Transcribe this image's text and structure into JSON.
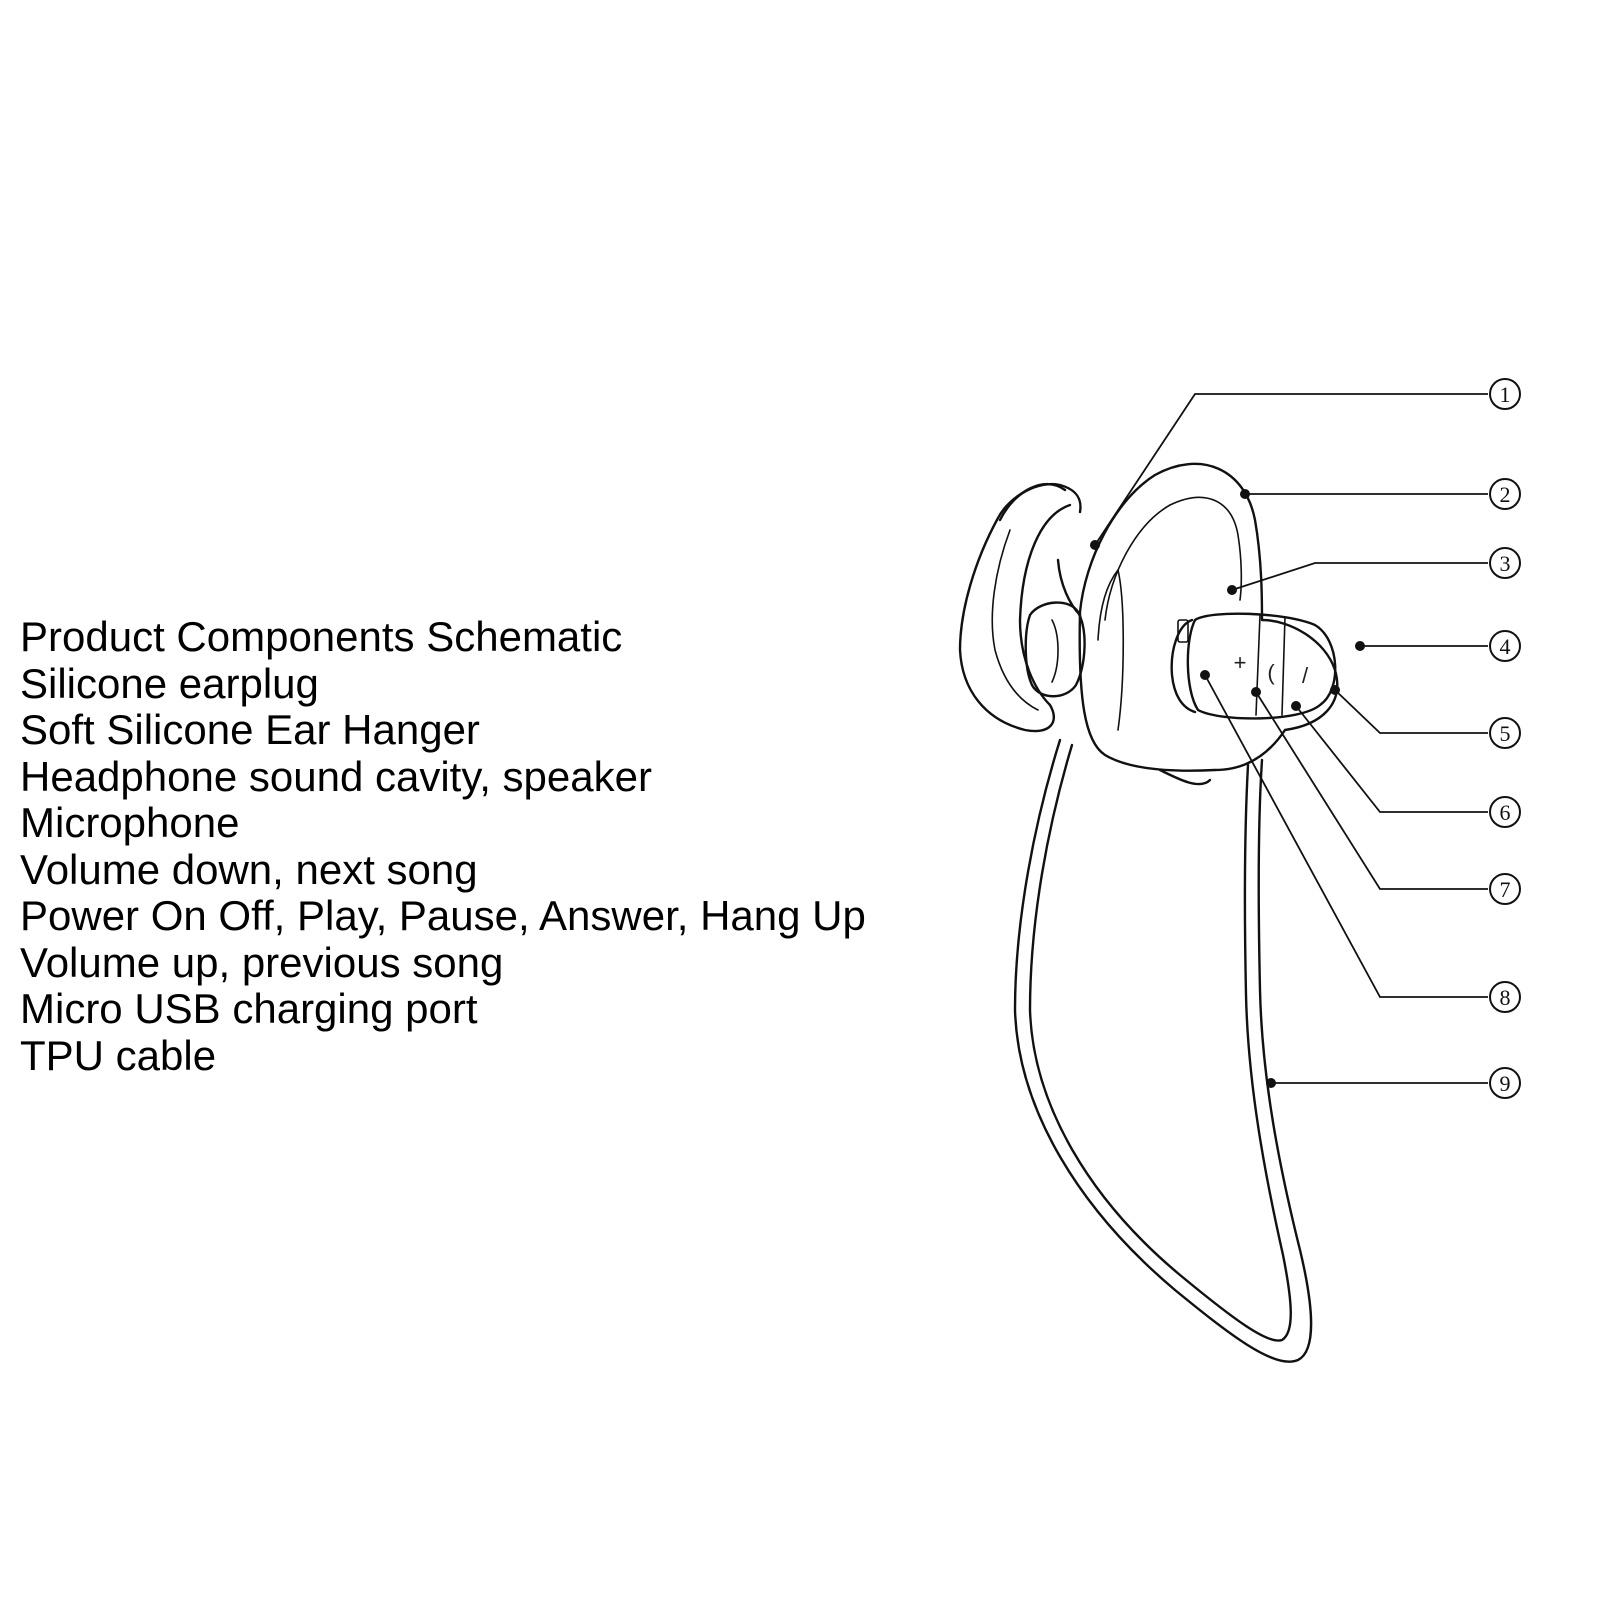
{
  "heading": "Product Components Schematic",
  "components": [
    {
      "number": "1",
      "label": "Silicone earplug"
    },
    {
      "number": "2",
      "label": "Soft Silicone Ear Hanger"
    },
    {
      "number": "3",
      "label": "Headphone sound cavity, speaker"
    },
    {
      "number": "4",
      "label": "Microphone"
    },
    {
      "number": "5",
      "label": "Volume down, next song"
    },
    {
      "number": "6",
      "label": "Power On Off, Play, Pause, Answer, Hang Up"
    },
    {
      "number": "7",
      "label": "Volume up, previous song"
    },
    {
      "number": "8",
      "label": "Micro USB charging port"
    },
    {
      "number": "9",
      "label": "TPU cable"
    }
  ],
  "button_glyphs": {
    "plus": "+",
    "phone": "(",
    "minus": "/"
  }
}
